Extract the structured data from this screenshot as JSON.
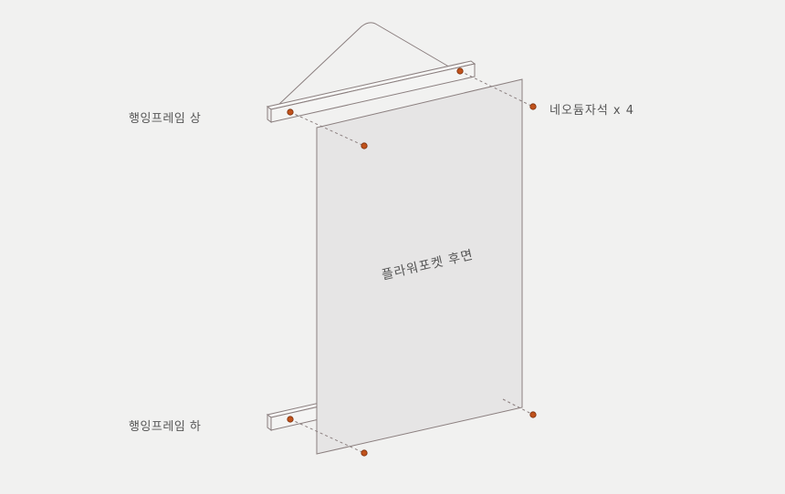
{
  "labels": {
    "top_frame": "행잉프레임 상",
    "bottom_frame": "행잉프레임 하",
    "magnets": "네오듐자석 x 4",
    "poster_back": "플라워포켓 후면"
  },
  "colors": {
    "background": "#f1f1f0",
    "poster_fill": "#e6e5e5",
    "line": "#8a7e7e",
    "magnet": "#c0521b",
    "text": "#555555"
  }
}
